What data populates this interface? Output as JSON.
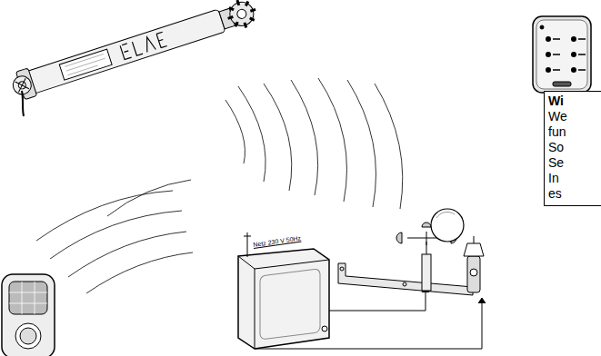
{
  "diagram": {
    "nodes": [
      {
        "text": [
          "Wi",
          "We fun So Se In es"
        ]
      }
    ],
    "labels": [
      "Netz 230 V 50Hz"
    ]
  }
}
